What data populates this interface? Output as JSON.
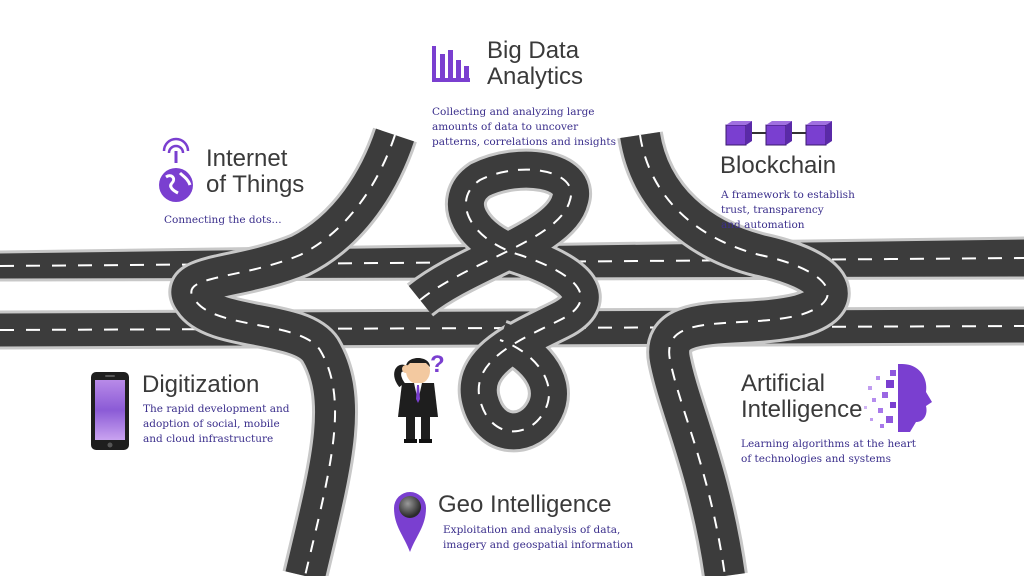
{
  "colors": {
    "accent": "#7a3fd0",
    "road": "#3c3c3c",
    "curb": "#c8c8c8",
    "title_text": "#3a3a3a",
    "desc_text": "#3b2f8c"
  },
  "topics": {
    "big_data": {
      "title_lines": [
        "Big Data",
        "Analytics"
      ],
      "desc_lines": [
        "Collecting and analyzing large",
        "amounts of data to uncover",
        "patterns, correlations and insights"
      ],
      "icon": "bar-chart-icon"
    },
    "iot": {
      "title_lines": [
        "Internet",
        "of Things"
      ],
      "desc_lines": [
        "Connecting the dots..."
      ],
      "icon": "globe-antenna-icon"
    },
    "blockchain": {
      "title_lines": [
        "Blockchain"
      ],
      "desc_lines": [
        "A framework to establish",
        "trust, transparency",
        "and automation"
      ],
      "icon": "chain-blocks-icon"
    },
    "digitization": {
      "title_lines": [
        "Digitization"
      ],
      "desc_lines": [
        "The rapid development and",
        "adoption of social, mobile",
        "and cloud infrastructure"
      ],
      "icon": "smartphone-icon"
    },
    "ai": {
      "title_lines": [
        "Artificial",
        "Intelligence"
      ],
      "desc_lines": [
        "Learning algorithms at the heart",
        "of technologies and systems"
      ],
      "icon": "digital-head-icon"
    },
    "geo": {
      "title_lines": [
        "Geo Intelligence"
      ],
      "desc_lines": [
        "Exploitation and analysis of data,",
        "imagery and geospatial information"
      ],
      "icon": "map-pin-icon"
    }
  },
  "person": {
    "question_mark": "?",
    "icon": "confused-businessman-icon"
  }
}
